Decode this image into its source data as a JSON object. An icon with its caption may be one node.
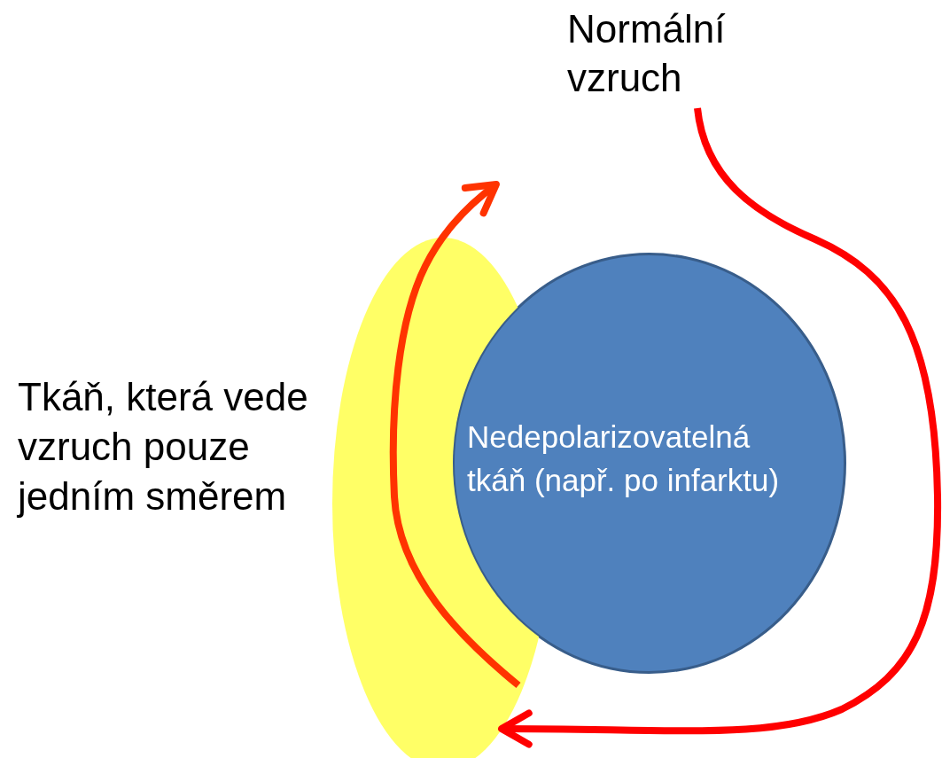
{
  "diagram": {
    "nodes": [
      {
        "text": [
          "Normální vzruch"
        ]
      },
      {
        "text": [
          "Nedepolarizovatelná tkáň (např. po infarktu)"
        ]
      },
      {
        "text": [],
        "shape": "ellipse",
        "beside": [
          "Tkáň, která vede vzruch pouze jedním směrem"
        ]
      }
    ],
    "edges": [
      {
        "from": 0,
        "to": 2,
        "arrow": "to",
        "color": "#ff0000"
      },
      {
        "from": 2,
        "to": null,
        "arrow": "to",
        "color": "#ff3300"
      }
    ]
  }
}
